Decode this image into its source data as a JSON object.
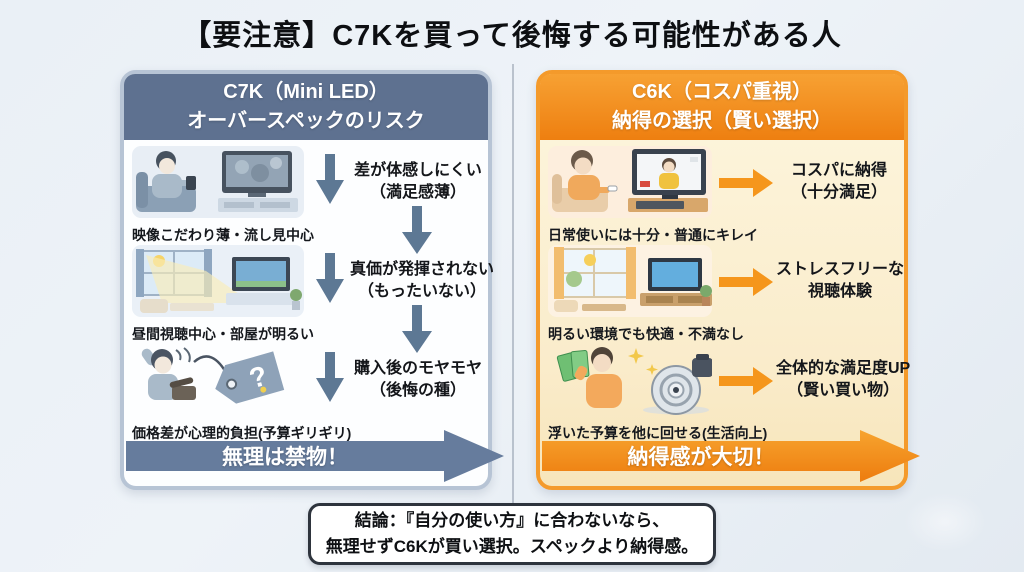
{
  "title": "【要注意】C7Kを買って後悔する可能性がある人",
  "left_panel": {
    "header_line1": "C7K（Mini LED）",
    "header_line2": "オーバースペックのリスク",
    "rows": [
      {
        "caption": "映像こだわり薄・流し見中心",
        "result_line1": "差が体感しにくい",
        "result_line2": "（満足感薄）",
        "illustration": "casual-viewer-phone-tv"
      },
      {
        "caption": "昼間視聴中心・部屋が明るい",
        "result_line1": "真価が発揮されない",
        "result_line2": "（もったいない）",
        "illustration": "bright-daytime-room"
      },
      {
        "caption": "価格差が心理的負担(予算ギリギリ)",
        "result_line1": "購入後のモヤモヤ",
        "result_line2": "（後悔の種）",
        "illustration": "worried-budget-price-tag"
      }
    ],
    "banner": "無理は禁物！"
  },
  "right_panel": {
    "header_line1": "C6K（コスパ重視）",
    "header_line2": "納得の選択（賢い選択）",
    "rows": [
      {
        "caption": "日常使いには十分・普通にキレイ",
        "result_line1": "コスパに納得",
        "result_line2": "（十分満足）",
        "illustration": "everyday-tv-viewing"
      },
      {
        "caption": "明るい環境でも快適・不満なし",
        "result_line1": "ストレスフリーな",
        "result_line2": "視聴体験",
        "illustration": "bright-room-comfort"
      },
      {
        "caption": "浮いた予算を他に回せる(生活向上)",
        "result_line1": "全体的な満足度UP",
        "result_line2": "（賢い買い物）",
        "illustration": "savings-robot-vacuum"
      }
    ],
    "banner": "納得感が大切！"
  },
  "conclusion": {
    "line1": "結論：『自分の使い方』に合わないなら、",
    "line2": "無理せずC6Kが買い選択。スペックより納得感。"
  },
  "colors": {
    "background": "#ebf0f6",
    "left_accent": "#5e7190",
    "left_border": "#b7c4d5",
    "left_arrow": "#5d7894",
    "left_banner": "#667c9d",
    "right_accent_top": "#f7a133",
    "right_accent_bottom": "#ee7f10",
    "right_border": "#f49a2b",
    "right_arrow": "#f5961c",
    "right_body": "#fcf3d8"
  }
}
